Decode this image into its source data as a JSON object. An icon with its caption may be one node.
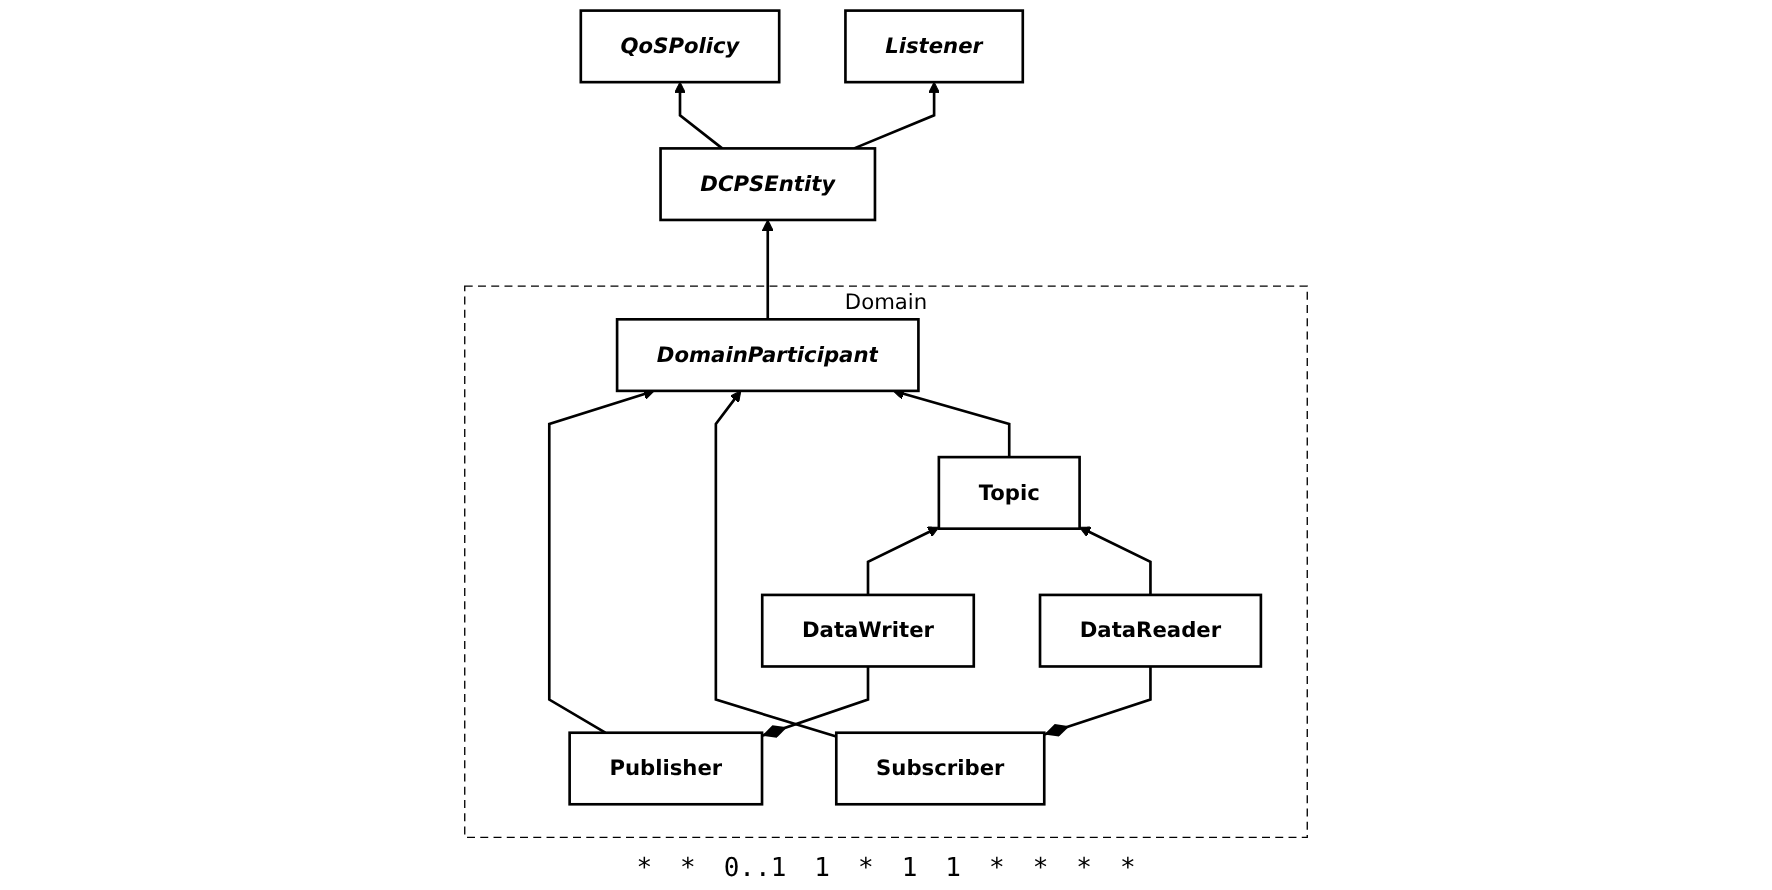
{
  "diagram": {
    "nodes": [
      {
        "text": [
          "QoSPolicy"
        ]
      },
      {
        "text": [
          "DCPSEntity"
        ]
      },
      {
        "text": [
          "Listener"
        ]
      },
      {
        "text": [
          "Domain"
        ]
      },
      {
        "text": [
          "DomainParticipant"
        ],
        "in": 3
      },
      {
        "text": [
          "Publisher"
        ],
        "in": 3
      },
      {
        "text": [
          "Topic"
        ],
        "in": 3
      },
      {
        "text": [
          "Subscriber"
        ],
        "in": 3
      },
      {
        "text": [
          "DataWriter"
        ],
        "in": 3
      },
      {
        "text": [
          "DataReader"
        ],
        "in": 3
      }
    ],
    "edges": [
      {
        "from": 1,
        "to": 0,
        "arrow": "to"
      },
      {
        "from": 1,
        "to": 2,
        "arrow": "to"
      },
      {
        "from": 4,
        "to": 1,
        "arrow": "to"
      },
      {
        "from": 5,
        "to": 4,
        "arrow": "to"
      },
      {
        "from": 7,
        "to": 4,
        "arrow": "to"
      },
      {
        "from": 6,
        "to": 4,
        "arrow": "to"
      },
      {
        "from": 5,
        "to": 8,
        "arrow": "other"
      },
      {
        "from": 7,
        "to": 9,
        "arrow": "other"
      },
      {
        "from": 8,
        "to": 6,
        "arrow": "to"
      },
      {
        "from": 9,
        "to": 6,
        "arrow": "to"
      }
    ],
    "labels": [
      "*",
      "*",
      "0..1",
      "1",
      "*",
      "1",
      "1",
      "*",
      "*",
      "*",
      "*"
    ]
  }
}
